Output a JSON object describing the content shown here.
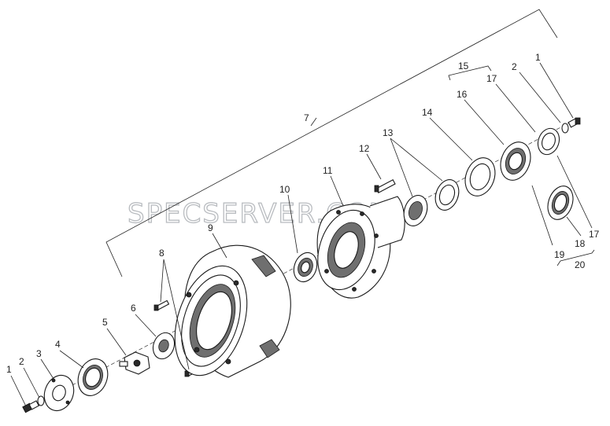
{
  "watermark": "SPECSERVER.COM",
  "callouts": [
    {
      "id": "c1a",
      "text": "1"
    },
    {
      "id": "c2a",
      "text": "2"
    },
    {
      "id": "c3",
      "text": "3"
    },
    {
      "id": "c4",
      "text": "4"
    },
    {
      "id": "c5",
      "text": "5"
    },
    {
      "id": "c6",
      "text": "6"
    },
    {
      "id": "c7",
      "text": "7"
    },
    {
      "id": "c8",
      "text": "8"
    },
    {
      "id": "c9",
      "text": "9"
    },
    {
      "id": "c10",
      "text": "10"
    },
    {
      "id": "c11",
      "text": "11"
    },
    {
      "id": "c12",
      "text": "12"
    },
    {
      "id": "c13",
      "text": "13"
    },
    {
      "id": "c14",
      "text": "14"
    },
    {
      "id": "c15",
      "text": "15"
    },
    {
      "id": "c16",
      "text": "16"
    },
    {
      "id": "c17a",
      "text": "17"
    },
    {
      "id": "c2b",
      "text": "2"
    },
    {
      "id": "c1b",
      "text": "1"
    },
    {
      "id": "c19",
      "text": "19"
    },
    {
      "id": "c18",
      "text": "18"
    },
    {
      "id": "c17b",
      "text": "17"
    },
    {
      "id": "c20",
      "text": "20"
    }
  ]
}
